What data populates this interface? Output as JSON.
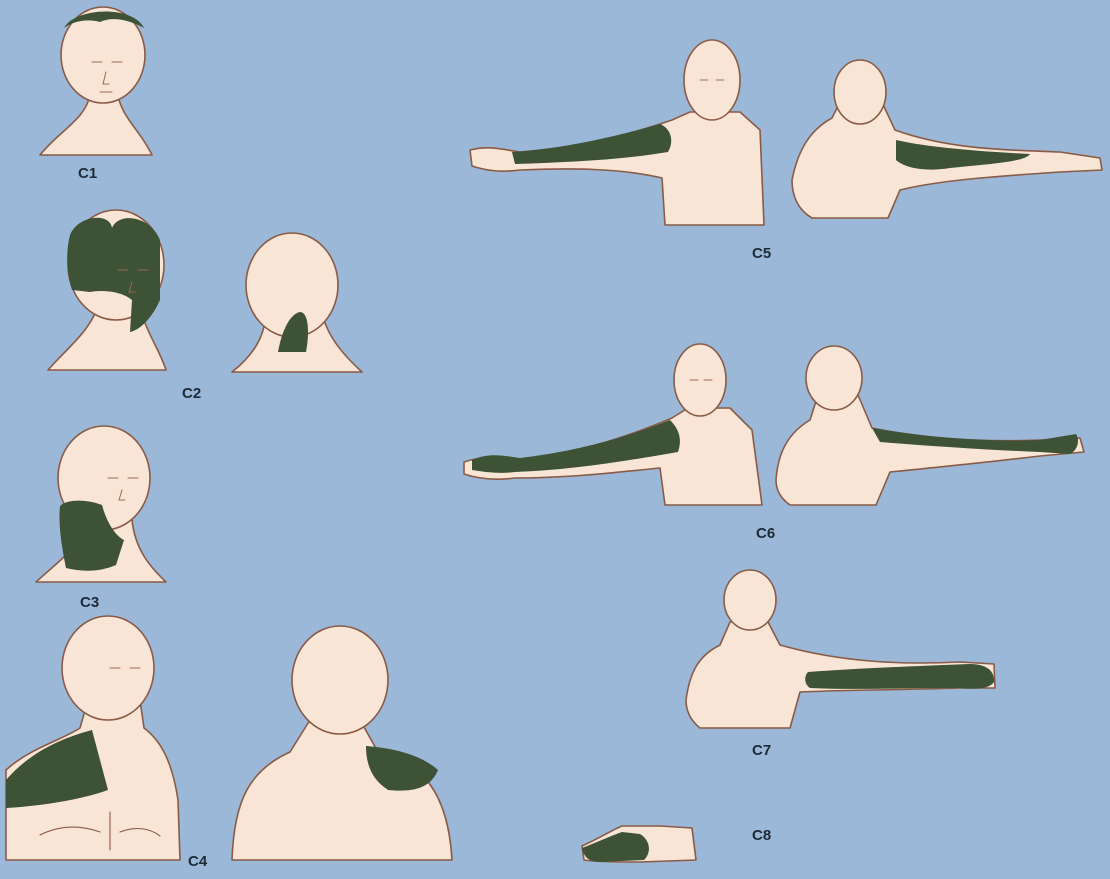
{
  "colors": {
    "background": "#9bb8d9",
    "skin": "#f8e5d6",
    "outline": "#8a5a45",
    "dermatome": "#3e5236"
  },
  "labels": {
    "c1": "C1",
    "c2": "C2",
    "c3": "C3",
    "c4": "C4",
    "c5": "C5",
    "c6": "C6",
    "c7": "C7",
    "c8": "C8"
  }
}
